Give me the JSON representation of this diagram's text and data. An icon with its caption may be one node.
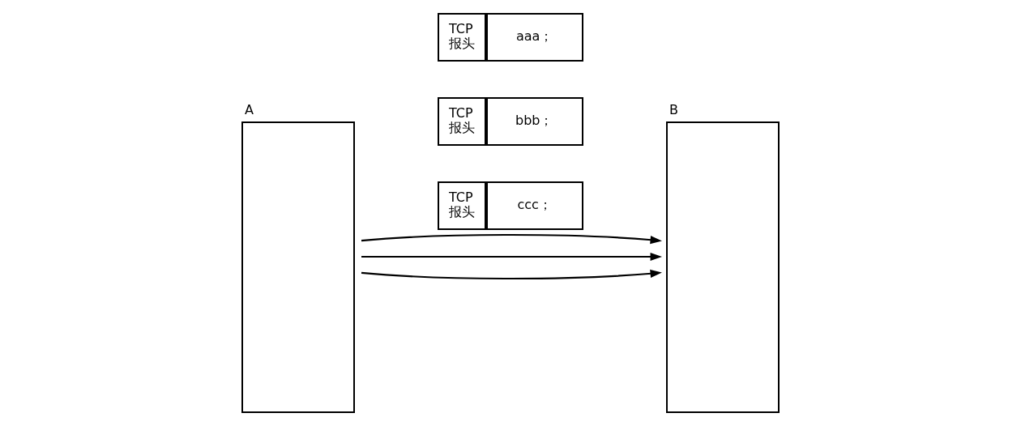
{
  "diagram": {
    "nodes": [
      {
        "text": [
          "A"
        ]
      },
      {
        "text": [
          "TCP 报头",
          "aaa；"
        ]
      },
      {
        "text": [
          "TCP 报头",
          "bbb；"
        ]
      },
      {
        "text": [
          "TCP 报头",
          "ccc；"
        ]
      },
      {
        "text": [
          "B"
        ]
      }
    ],
    "edges": [
      {
        "from": 0,
        "to": 4,
        "arrow": "to"
      },
      {
        "from": 0,
        "to": 4,
        "arrow": "to"
      },
      {
        "from": 0,
        "to": 4,
        "arrow": "to"
      }
    ]
  }
}
